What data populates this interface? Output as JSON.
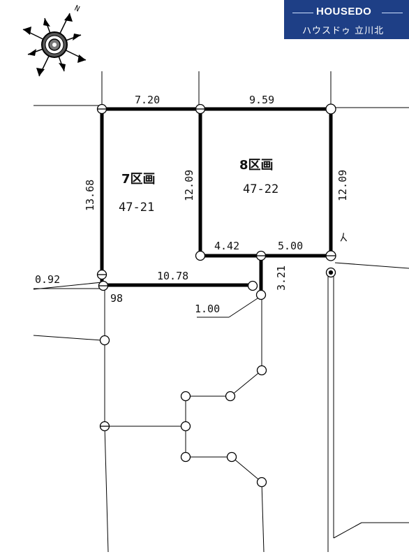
{
  "brand": {
    "name": "HOUSEDO",
    "store": "ハウスドゥ 立川北",
    "color": "#1e3f86"
  },
  "compass": {
    "north_label": "N"
  },
  "lots": [
    {
      "name": "7区画",
      "number": "47-21"
    },
    {
      "name": "8区画",
      "number": "47-22"
    }
  ],
  "dimensions": {
    "top_left": "7.20",
    "top_right": "9.59",
    "left": "13.68",
    "middle": "12.09",
    "right": "12.09",
    "bottom_mid": "4.42",
    "bottom_right": "5.00",
    "bottom_left": "10.78",
    "notch": "3.21",
    "left_small": "0.92",
    "lower_callout": "1.00",
    "point_98": "98",
    "point_i": "イ"
  }
}
